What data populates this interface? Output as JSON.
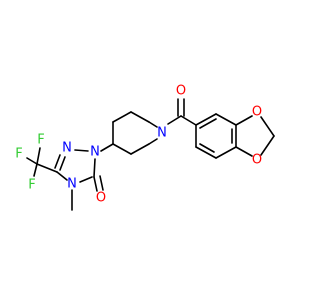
{
  "colors": {
    "bond": "#000000",
    "oxygen": "#ff0000",
    "nitrogen": "#0000ff",
    "fluorine": "#33cc33",
    "carbon": "#000000",
    "background": "#ffffff"
  },
  "atoms": {
    "o_carbonyl_top": "O",
    "n_piperidine": "N",
    "o_dioxole_1": "O",
    "o_dioxole_2": "O",
    "n1_triazole": "N",
    "n2_triazole": "N",
    "n4_triazole": "N",
    "o_triazolone": "O",
    "f_1": "F",
    "f_2": "F",
    "f_3": "F"
  }
}
